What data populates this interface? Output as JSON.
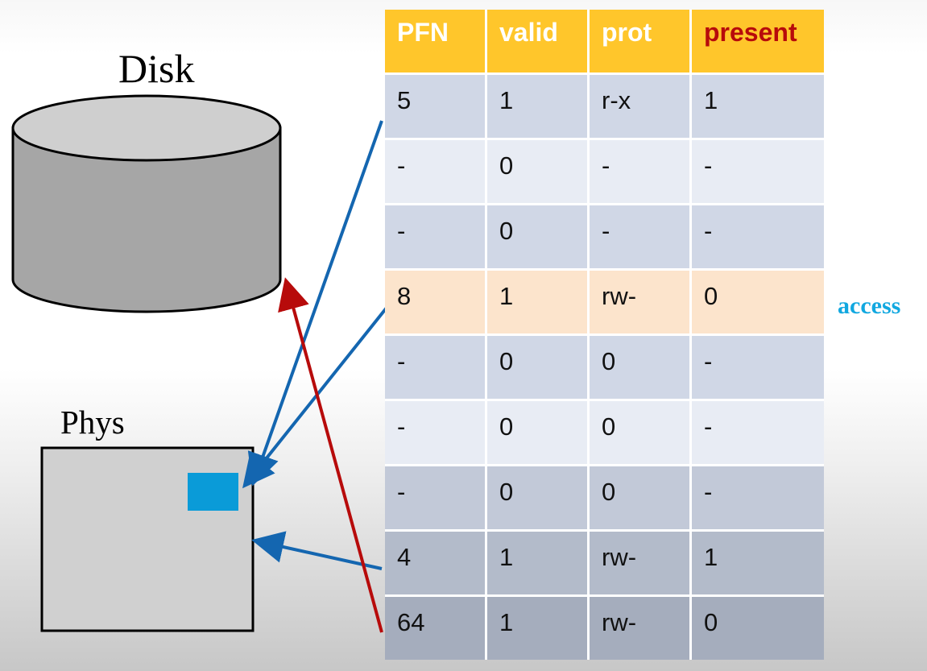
{
  "labels": {
    "disk": "Disk",
    "phys": "Phys",
    "access": "access"
  },
  "table": {
    "headers": [
      "PFN",
      "valid",
      "prot",
      "present"
    ],
    "rows": [
      [
        "5",
        "1",
        "r-x",
        "1"
      ],
      [
        "-",
        "0",
        "-",
        "-"
      ],
      [
        "-",
        "0",
        "-",
        "-"
      ],
      [
        "8",
        "1",
        "rw-",
        "0"
      ],
      [
        "-",
        "0",
        "0",
        "-"
      ],
      [
        "-",
        "0",
        "0",
        "-"
      ],
      [
        "-",
        "0",
        "0",
        "-"
      ],
      [
        "4",
        "1",
        "rw-",
        "1"
      ],
      [
        "64",
        "1",
        "rw-",
        "0"
      ]
    ],
    "highlighted_header": "present",
    "highlighted_row": 3
  },
  "colors": {
    "header_bg": "#ffc62b",
    "header_text": "#ffffff",
    "present_header_text": "#b70b0b",
    "highlight_row": "#fce4cc",
    "arrow_blue": "#1466b0",
    "arrow_red": "#b70b0b",
    "page_block": "#0a9bd8",
    "access_text": "#12a8e0",
    "disk_fill": "#a6a6a6"
  },
  "icons": {
    "disk": "disk-cylinder-icon",
    "phys": "physical-memory-box",
    "page": "memory-page-block"
  }
}
